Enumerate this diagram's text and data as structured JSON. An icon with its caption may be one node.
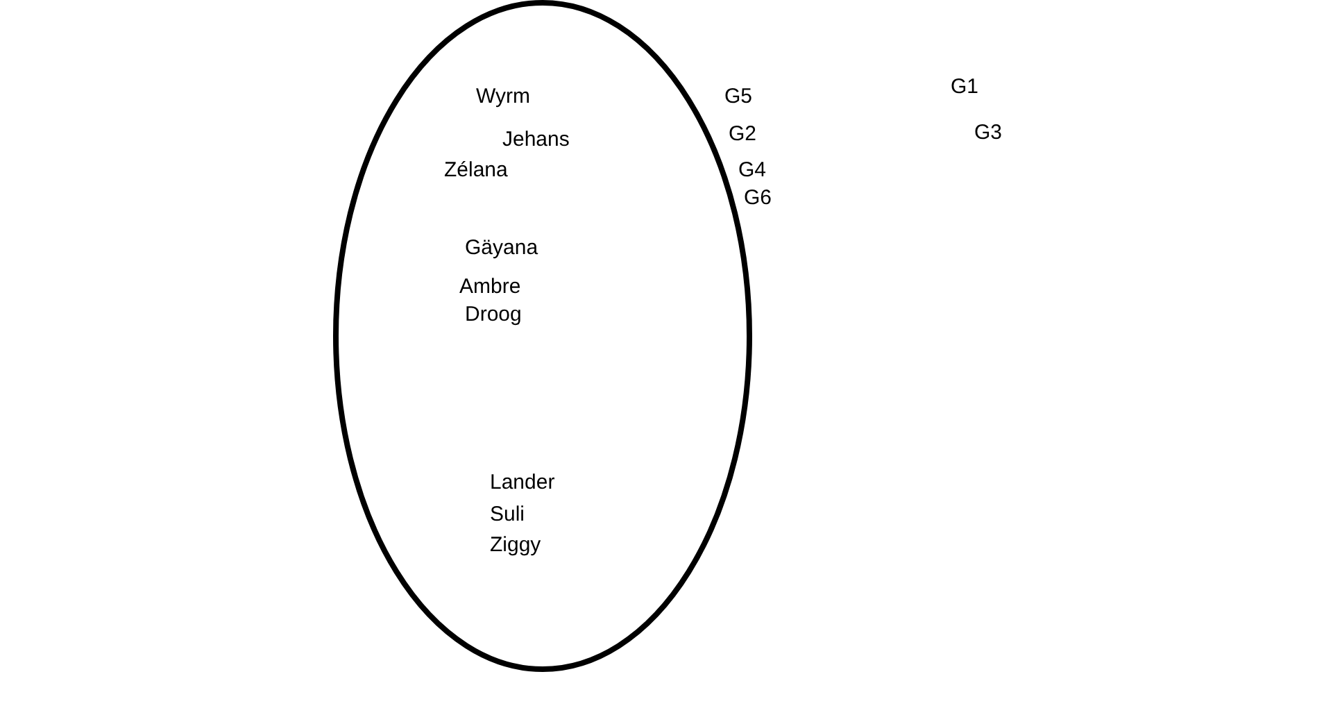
{
  "diagram": {
    "nodes": [
      {
        "text": [
          "Wyrm",
          "Jehans",
          "Zélana",
          "Gäyana",
          "Ambre",
          "Droog",
          "Lander",
          "Suli",
          "Ziggy"
        ]
      }
    ],
    "labels": [
      "G5",
      "G2",
      "G4",
      "G6",
      "G1",
      "G3"
    ]
  }
}
